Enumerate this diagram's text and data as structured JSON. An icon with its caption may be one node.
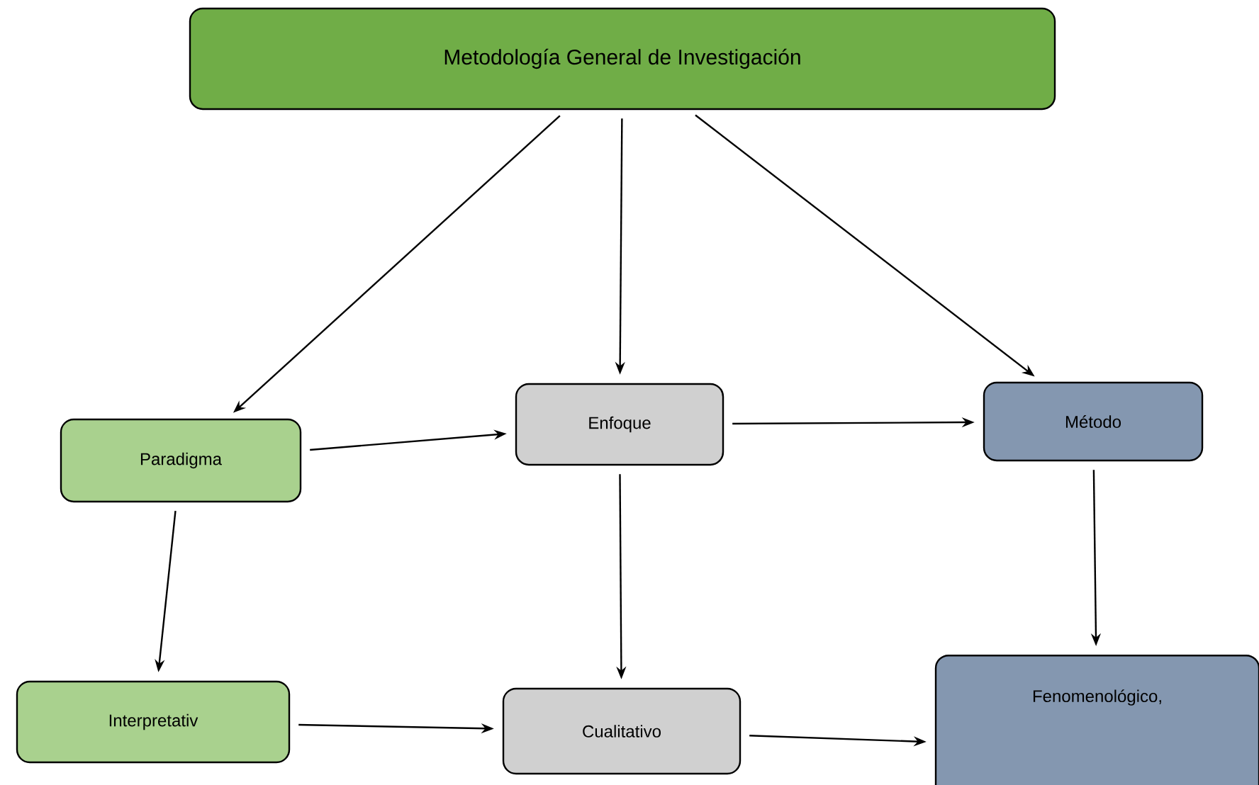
{
  "diagram": {
    "nodes": [
      {
        "text": [
          "Metodología General de Investigación"
        ]
      },
      {
        "text": [
          "Paradigma"
        ]
      },
      {
        "text": [
          "Enfoque"
        ]
      },
      {
        "text": [
          "Método"
        ]
      },
      {
        "text": [
          "Interpretativ"
        ]
      },
      {
        "text": [
          "Cualitativo"
        ]
      },
      {
        "text": [
          "Fenomenológico,"
        ]
      }
    ],
    "edges": [
      {
        "from": 0,
        "to": 1,
        "arrow": "to"
      },
      {
        "from": 0,
        "to": 2,
        "arrow": "to"
      },
      {
        "from": 0,
        "to": 3,
        "arrow": "to"
      },
      {
        "from": 1,
        "to": 2,
        "arrow": "to"
      },
      {
        "from": 2,
        "to": 3,
        "arrow": "to"
      },
      {
        "from": 1,
        "to": 4,
        "arrow": "to"
      },
      {
        "from": 2,
        "to": 5,
        "arrow": "to"
      },
      {
        "from": 3,
        "to": 6,
        "arrow": "to"
      },
      {
        "from": 4,
        "to": 5,
        "arrow": "to"
      },
      {
        "from": 5,
        "to": 6,
        "arrow": "to"
      }
    ]
  }
}
